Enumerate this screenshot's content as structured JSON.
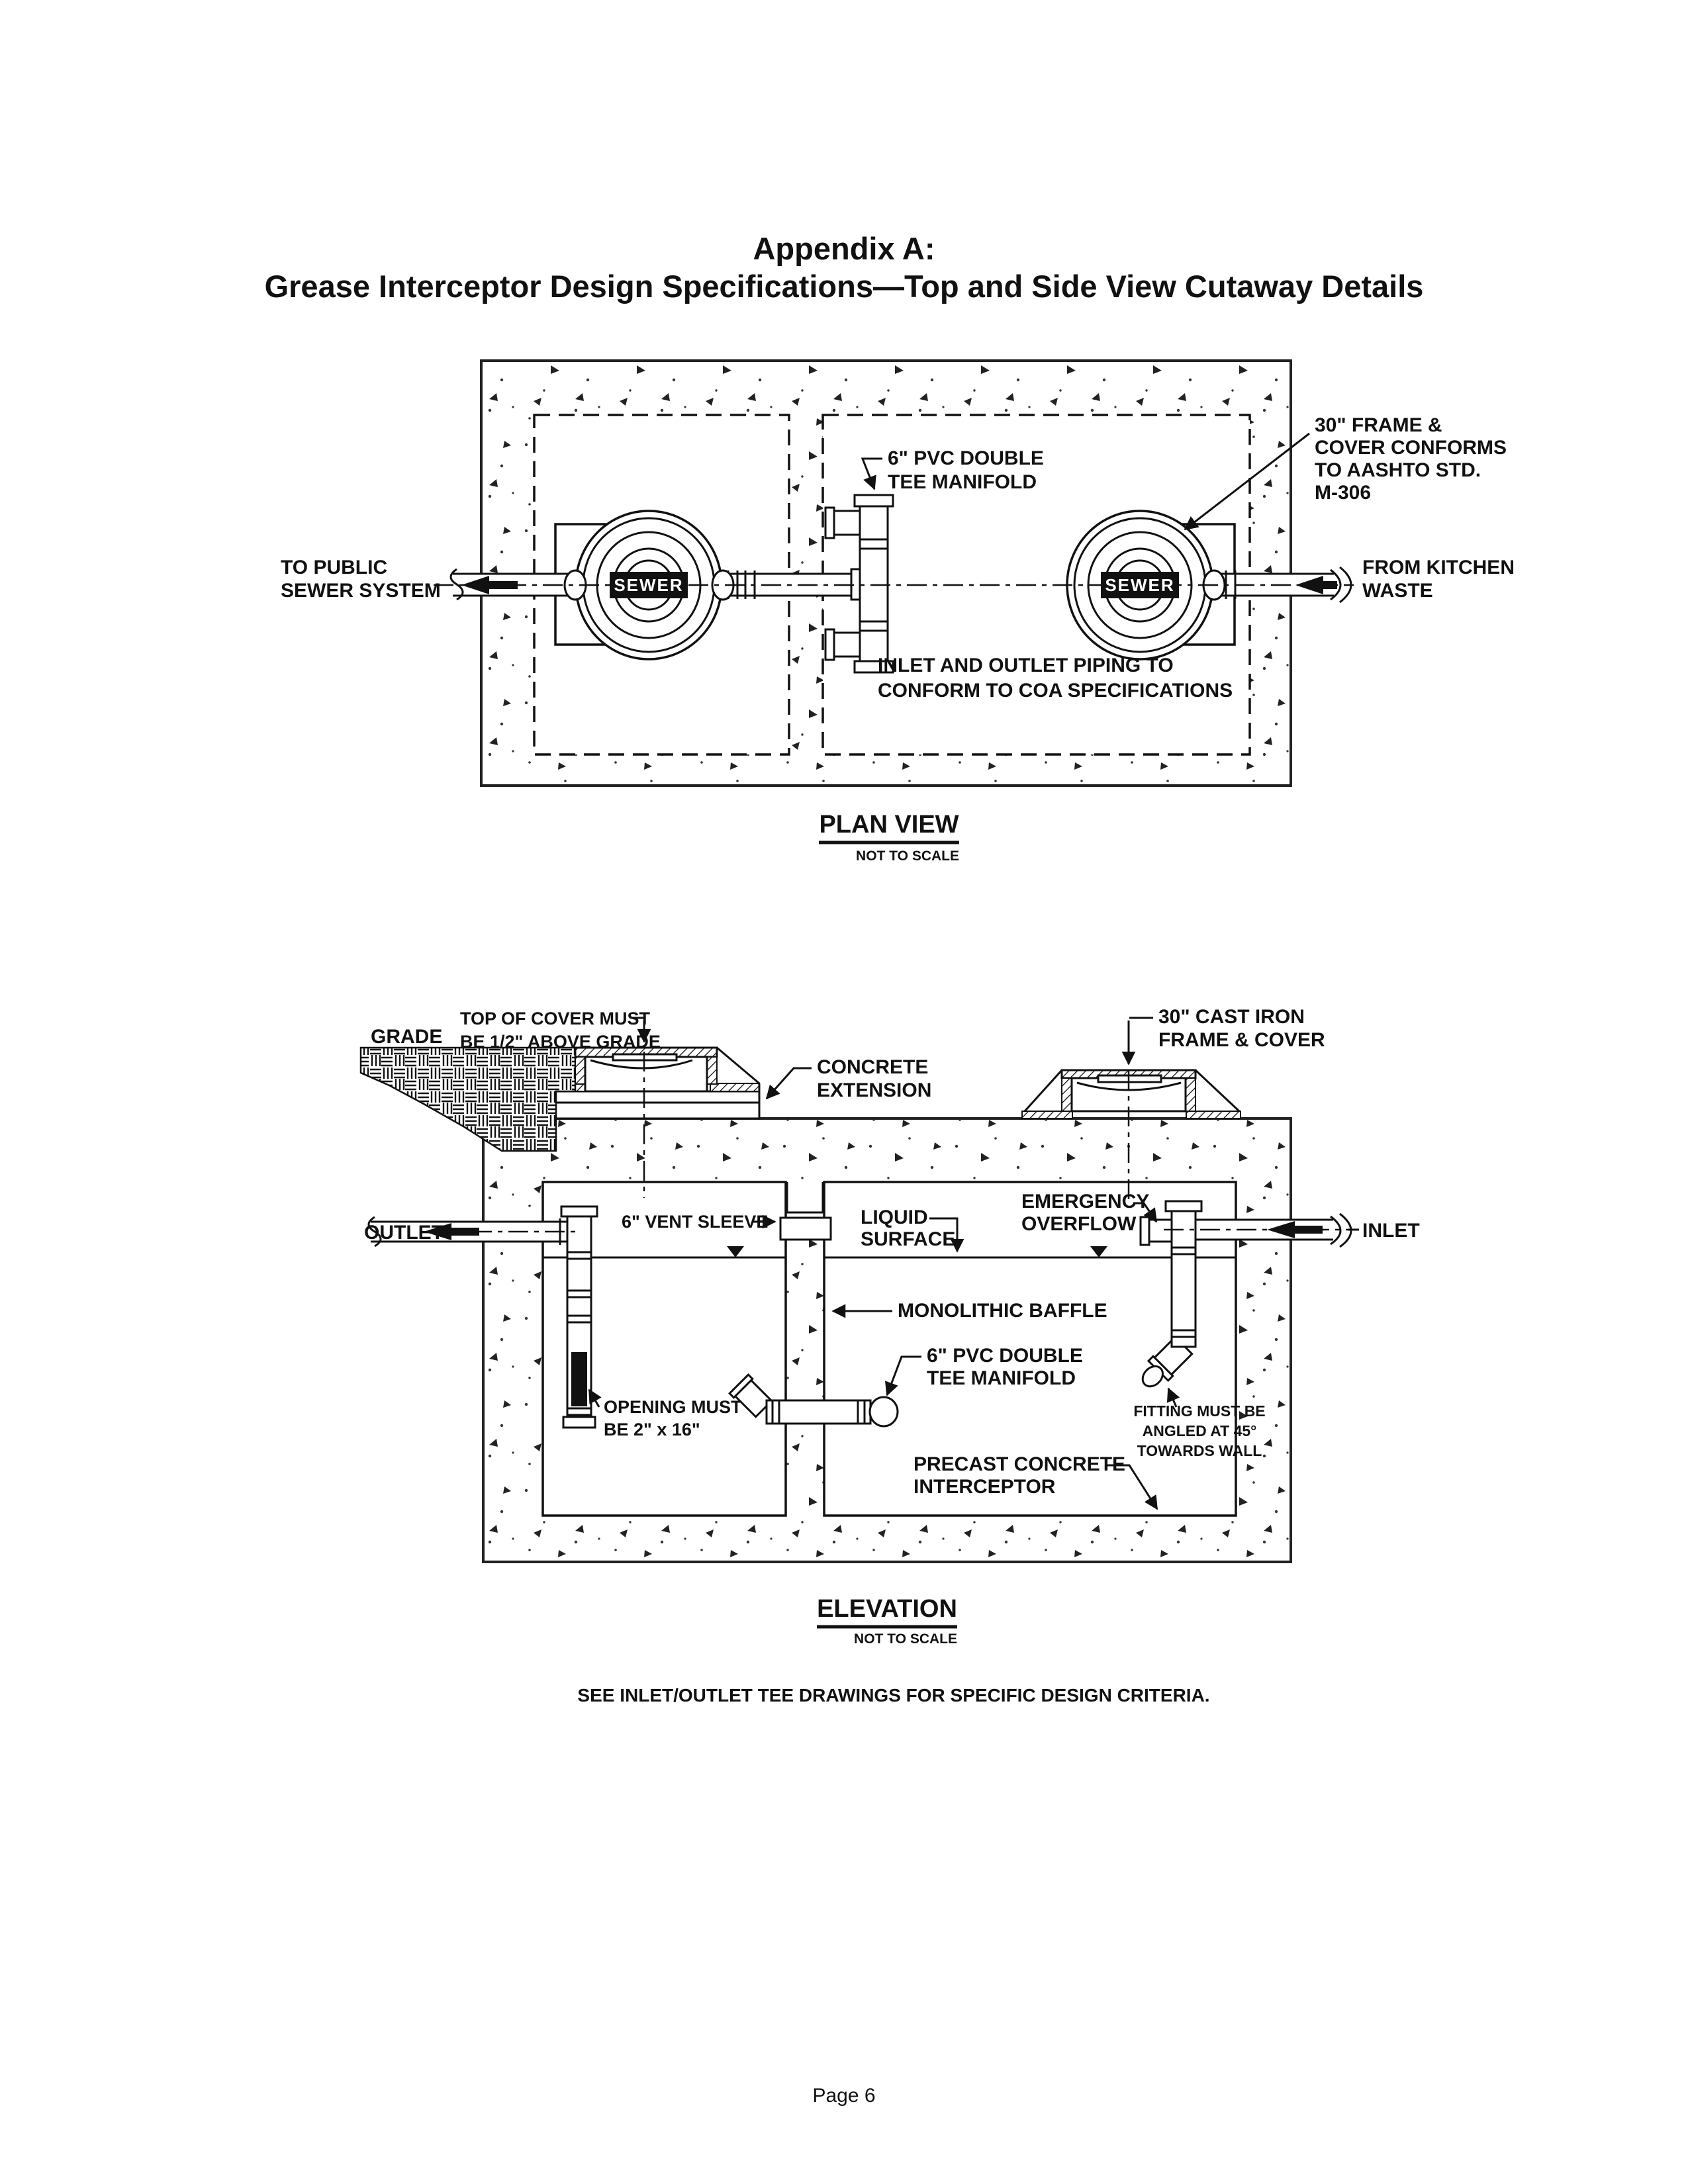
{
  "colors": {
    "ink": "#111111",
    "paper": "#ffffff"
  },
  "page": {
    "title_line1": "Appendix A:",
    "title_line2": "Grease Interceptor Design Specifications—Top and Side View Cutaway Details",
    "note": "SEE INLET/OUTLET TEE DRAWINGS FOR SPECIFIC DESIGN CRITERIA.",
    "footer": "Page 6"
  },
  "plan_view": {
    "title": "PLAN VIEW",
    "scale_note": "NOT TO SCALE",
    "sewer_left": "SEWER",
    "sewer_right": "SEWER",
    "manifold_label": [
      "6\" PVC DOUBLE",
      "TEE MANIFOLD"
    ],
    "frame_cover_label": [
      "30\" FRAME &",
      "COVER CONFORMS",
      "TO AASHTO STD.",
      "M-306"
    ],
    "to_public_label": [
      "TO PUBLIC",
      "SEWER SYSTEM"
    ],
    "from_kitchen_label": [
      "FROM KITCHEN",
      "WASTE"
    ],
    "piping_note": [
      "INLET AND OUTLET PIPING TO",
      "CONFORM TO COA SPECIFICATIONS"
    ]
  },
  "elevation": {
    "title": "ELEVATION",
    "scale_note": "NOT TO SCALE",
    "grade_label": "GRADE",
    "top_cover_label": [
      "TOP OF COVER MUST",
      "BE 1/2\" ABOVE GRADE"
    ],
    "cast_iron_label": [
      "30\" CAST IRON",
      "FRAME & COVER"
    ],
    "concrete_extension_label": [
      "CONCRETE",
      "EXTENSION"
    ],
    "vent_sleeve_label": "6\" VENT SLEEVE",
    "liquid_surface_label": [
      "LIQUID",
      "SURFACE"
    ],
    "emergency_label": [
      "EMERGENCY",
      "OVERFLOW"
    ],
    "outlet_label": "OUTLET",
    "inlet_label": "INLET",
    "baffle_label": "MONOLITHIC BAFFLE",
    "manifold_label": [
      "6\" PVC DOUBLE",
      "TEE MANIFOLD"
    ],
    "opening_label": [
      "OPENING MUST",
      "BE 2\" x 16\""
    ],
    "fitting_label": [
      "FITTING MUST BE",
      "ANGLED AT 45°",
      "TOWARDS WALL"
    ],
    "precast_label": [
      "PRECAST CONCRETE",
      "INTERCEPTOR"
    ]
  }
}
